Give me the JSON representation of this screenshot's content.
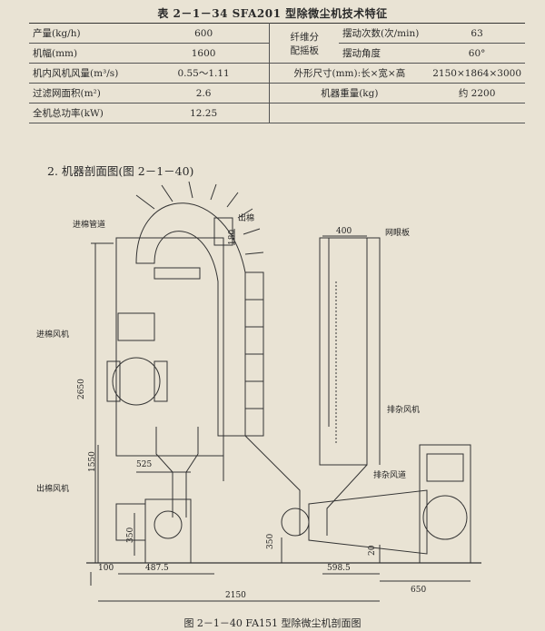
{
  "table": {
    "title": "表 2－1－34  SFA201 型除微尘机技术特征",
    "rows": [
      {
        "label": "产量(kg/h)",
        "value": "600"
      },
      {
        "label": "机幅(mm)",
        "value": "1600"
      },
      {
        "label": "机内风机风量(m³/s)",
        "value": "0.55～1.11"
      },
      {
        "label": "过滤网面积(m²)",
        "value": "2.6"
      },
      {
        "label": "全机总功率(kW)",
        "value": "12.25"
      }
    ],
    "group_label_1": "纤维分",
    "group_label_2": "配摇板",
    "swing_count_label": "摆动次数(次/min)",
    "swing_count_value": "63",
    "swing_angle_label": "摆动角度",
    "swing_angle_value": "60°",
    "dims_label": "外形尺寸(mm):长×宽×高",
    "dims_value": "2150×1864×3000",
    "weight_label": "机器重量(kg)",
    "weight_value": "约 2200"
  },
  "section_heading": "2. 机器剖面图(图 2－1－40)",
  "figure": {
    "caption": "图 2－1－40   FA151 型除微尘机剖面图",
    "labels": {
      "inlet_pipe": "进棉管道",
      "outlet": "出棉",
      "mesh_plate": "网眼板",
      "inlet_fan": "进棉风机",
      "outlet_fan": "出棉风机",
      "waste_fan": "排杂风机",
      "waste_duct": "排杂风道"
    },
    "dims": {
      "d180": "180",
      "d400": "400",
      "d2650": "2650",
      "d1550": "1550",
      "d525": "525",
      "d350a": "350",
      "d350b": "350",
      "d100": "100",
      "d4875": "487.5",
      "d2150": "2150",
      "d5985": "598.5",
      "d650": "650",
      "d20": "20"
    }
  }
}
